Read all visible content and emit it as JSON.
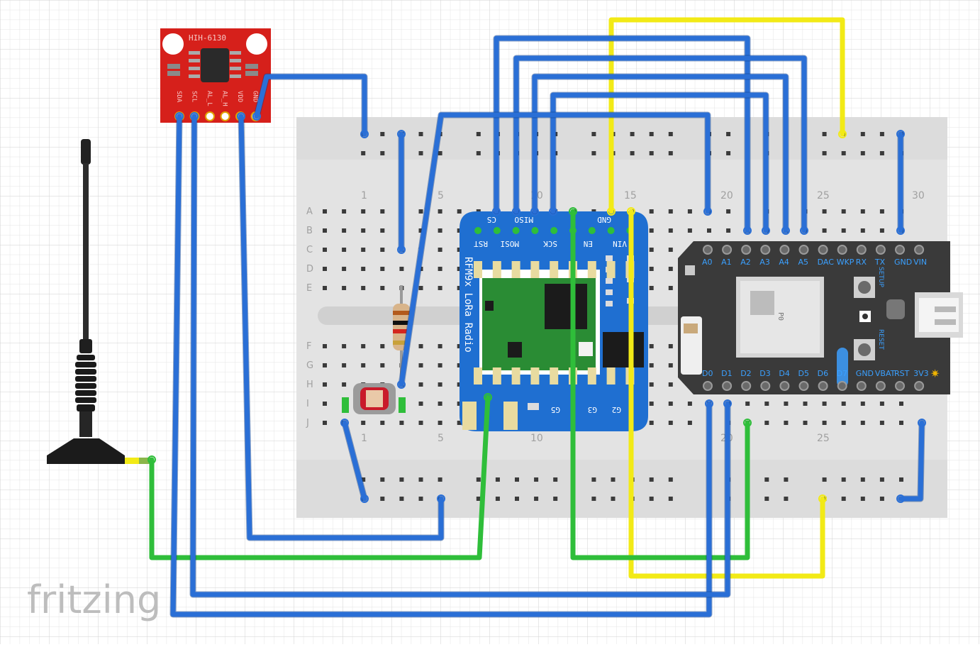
{
  "app": {
    "watermark": "fritzing"
  },
  "colors": {
    "wire_blue": "#2a6fd6",
    "wire_green": "#2fbe3a",
    "wire_yellow": "#f2ea16",
    "breadboard": "#e3e3e3",
    "sensor_red": "#d6201b",
    "lora_blue": "#1f6fd1",
    "particle_dark": "#3a3a3a"
  },
  "breadboard": {
    "column_numbers_top": [
      "1",
      "5",
      "10",
      "15",
      "20",
      "25",
      "30"
    ],
    "column_numbers_bottom": [
      "1",
      "5",
      "10",
      "20",
      "25"
    ],
    "row_letters_top": [
      "A",
      "B",
      "C",
      "D",
      "E"
    ],
    "row_letters_bottom": [
      "F",
      "G",
      "H",
      "I",
      "J"
    ]
  },
  "sensor": {
    "name": "HIH-6130",
    "pins": [
      "SDA",
      "SCL",
      "AL_L",
      "AL_H",
      "VDD",
      "GND"
    ]
  },
  "lora": {
    "title": "RFM9x LoRa Radio",
    "pins_top": [
      "CS",
      "MISO",
      "GND"
    ],
    "pins_second": [
      "RST",
      "MOSI",
      "SCK",
      "EN",
      "VIN"
    ],
    "pins_bottom": [
      "G5",
      "G3",
      "G2"
    ]
  },
  "particle": {
    "pins_top": [
      "A0",
      "A1",
      "A2",
      "A3",
      "A4",
      "A5",
      "DAC",
      "WKP",
      "RX",
      "TX",
      "GND",
      "VIN"
    ],
    "pins_bottom": [
      "D0",
      "D1",
      "D2",
      "D3",
      "D4",
      "D5",
      "D6",
      "D7",
      "GND",
      "VBAT",
      "RST",
      "3V3"
    ],
    "chip_label": "P0",
    "button_setup": "SETUP",
    "button_reset": "RESET"
  }
}
